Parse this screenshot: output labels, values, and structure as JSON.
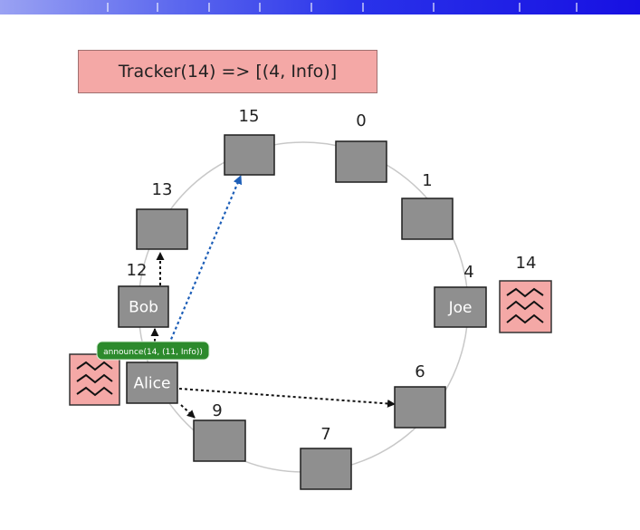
{
  "tracker_label": "Tracker(14) => [(4, Info)]",
  "announce_label": "announce(14, (11, Info))",
  "nodes": [
    {
      "id": "15",
      "label": "15",
      "inner": ""
    },
    {
      "id": "0",
      "label": "0",
      "inner": ""
    },
    {
      "id": "1",
      "label": "1",
      "inner": ""
    },
    {
      "id": "4",
      "label": "4",
      "inner": "Joe"
    },
    {
      "id": "6",
      "label": "6",
      "inner": ""
    },
    {
      "id": "7",
      "label": "7",
      "inner": ""
    },
    {
      "id": "9",
      "label": "9",
      "inner": ""
    },
    {
      "id": "11",
      "label": "",
      "inner": "Alice"
    },
    {
      "id": "12",
      "label": "12",
      "inner": "Bob"
    },
    {
      "id": "13",
      "label": "13",
      "inner": ""
    }
  ],
  "data_item_label": "14",
  "colors": {
    "node_fill": "#8f8f8f",
    "node_stroke": "#1f1f1f",
    "ring": "#c8c8c8",
    "tracker_fill": "#f4a8a6",
    "data_fill": "#f4a8a6",
    "announce_fill": "#2c8a2c",
    "blue_arrow": "#1e5fb8"
  },
  "icons": {
    "data_file": "wavy-lines-file-icon"
  }
}
